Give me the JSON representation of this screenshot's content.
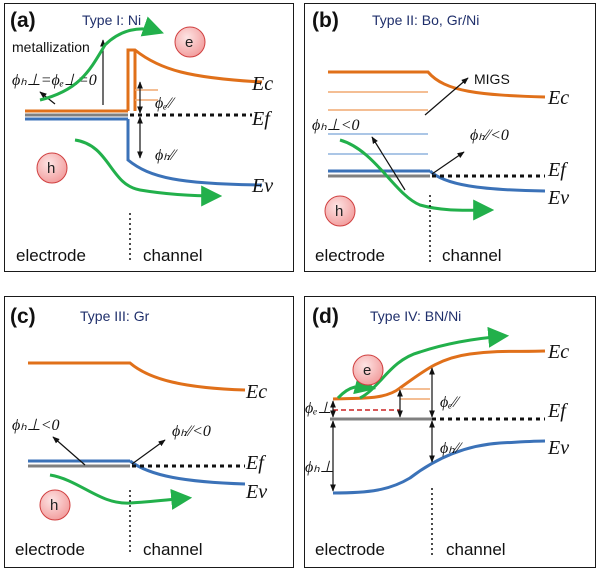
{
  "panels": {
    "a": {
      "label": "(a)",
      "title": "Type I: Ni",
      "metallization": "metallization",
      "phi_vertical": "ϕₕ⊥=ϕₑ⊥=0",
      "phi_e_parallel": "ϕₑ∕∕",
      "phi_h_parallel": "ϕₕ∕∕",
      "electron": "e",
      "hole": "h",
      "ec": "Ec",
      "ef": "Ef",
      "ev": "Ev",
      "electrode": "electrode",
      "channel": "channel"
    },
    "b": {
      "label": "(b)",
      "title": "Type II: Bo, Gr/Ni",
      "migs": "MIGS",
      "phi_h_vertical": "ϕₕ⊥<0",
      "phi_h_parallel": "ϕₕ∕∕<0",
      "hole": "h",
      "ec": "Ec",
      "ef": "Ef",
      "ev": "Ev",
      "electrode": "electrode",
      "channel": "channel"
    },
    "c": {
      "label": "(c)",
      "title": "Type III: Gr",
      "phi_h_vertical": "ϕₕ⊥<0",
      "phi_h_parallel": "ϕₕ∕∕<0",
      "hole": "h",
      "ec": "Ec",
      "ef": "Ef",
      "ev": "Ev",
      "electrode": "electrode",
      "channel": "channel"
    },
    "d": {
      "label": "(d)",
      "title": "Type IV: BN/Ni",
      "electron": "e",
      "phi_e_vertical": "ϕₑ⊥",
      "phi_h_vertical": "ϕₕ⊥",
      "phi_e_parallel": "ϕₑ∕∕",
      "phi_h_parallel": "ϕₕ∕∕",
      "ec": "Ec",
      "ef": "Ef",
      "ev": "Ev",
      "electrode": "electrode",
      "channel": "channel"
    }
  },
  "colors": {
    "conduction": "#e0701a",
    "valence": "#3b72b8",
    "migs_light_orange": "#f0a870",
    "migs_light_blue": "#8fb3de",
    "carrier_arrow": "#22b04b",
    "metal": "#808080",
    "circle_fill": "#f6b8b8",
    "circle_edge": "#d04040",
    "dashed_red": "#cc2222"
  }
}
